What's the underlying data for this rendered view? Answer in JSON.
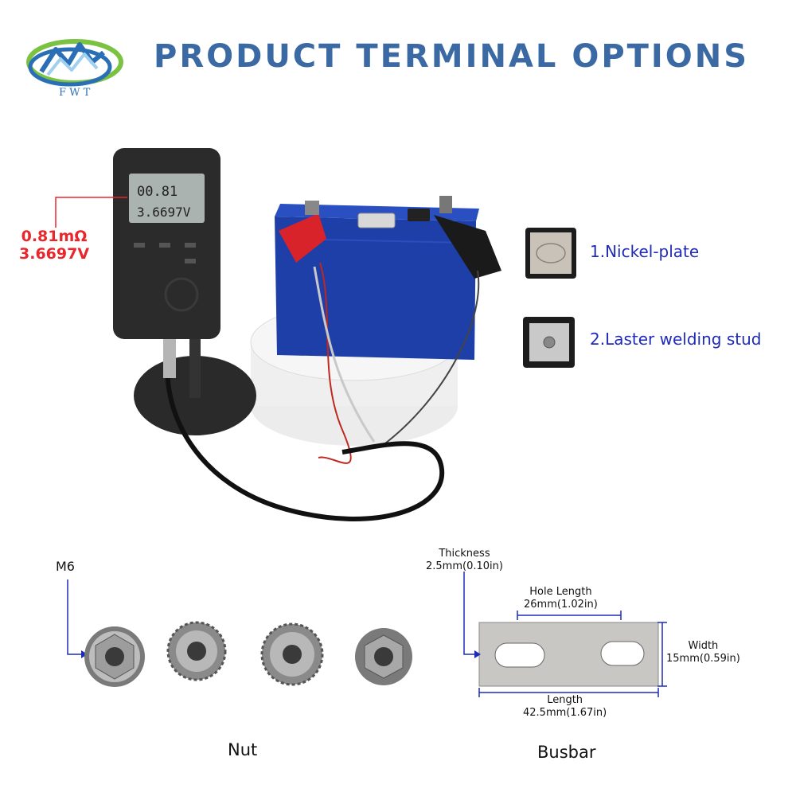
{
  "header": {
    "title": "PRODUCT TERMINAL OPTIONS",
    "logo_text": "F W T"
  },
  "meter": {
    "reading_resistance": "0.81mΩ",
    "reading_voltage": "3.6697V",
    "screen_top": "00.81",
    "screen_bottom": "3.6697V"
  },
  "terminal_options": [
    {
      "label": "1.Nickel-plate"
    },
    {
      "label": "2.Laster welding stud"
    }
  ],
  "nut": {
    "size_label": "M6",
    "caption": "Nut"
  },
  "busbar": {
    "thickness_label": "Thickness",
    "thickness_value": "2.5mm(0.10in)",
    "hole_length_label": "Hole Length",
    "hole_length_value": "26mm(1.02in)",
    "width_label": "Width",
    "width_value": "15mm(0.59in)",
    "length_label": "Length",
    "length_value": "42.5mm(1.67in)",
    "caption": "Busbar"
  },
  "colors": {
    "title": "#3a69a4",
    "reading": "#e8262b",
    "option_label": "#1f2bb8",
    "battery": "#1f3fa8",
    "dimension_line": "#1f2bb8"
  }
}
